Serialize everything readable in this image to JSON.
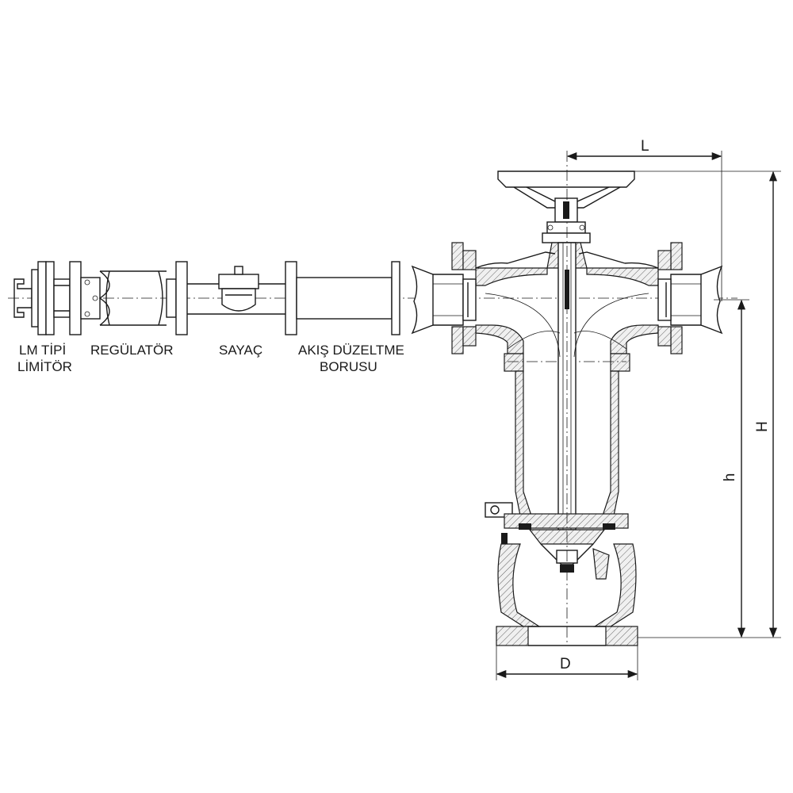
{
  "components": {
    "limiter": {
      "line1": "LM TİPİ",
      "line2": "LİMİTÖR"
    },
    "regulator": {
      "label": "REGÜLATÖR"
    },
    "meter": {
      "label": "SAYAÇ"
    },
    "straightener": {
      "line1": "AKIŞ DÜZELTME",
      "line2": "BORUSU"
    }
  },
  "dimensions": {
    "L": "L",
    "H": "H",
    "h": "h",
    "D": "D"
  }
}
